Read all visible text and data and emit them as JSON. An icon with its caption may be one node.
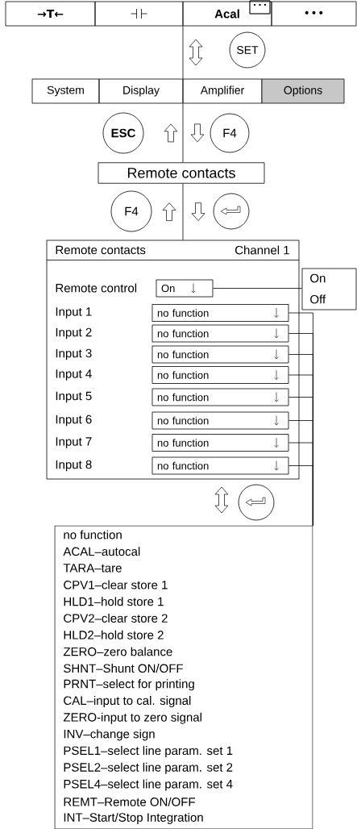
{
  "diagram": {
    "nodes": [
      {
        "text": [
          "→T←"
        ]
      },
      {
        "text": [],
        "shape": "box"
      },
      {
        "text": [
          "Acal"
        ]
      },
      {
        "text": [
          "• • •"
        ]
      },
      {
        "text": [
          "SET"
        ]
      },
      {
        "text": [
          "System"
        ]
      },
      {
        "text": [
          "Display"
        ]
      },
      {
        "text": [
          "Amplifier"
        ]
      },
      {
        "text": [
          "Options"
        ]
      },
      {
        "text": [
          "ESC"
        ]
      },
      {
        "text": [
          "F4"
        ]
      },
      {
        "text": [
          "Remote contacts"
        ]
      },
      {
        "text": [
          "F4"
        ]
      },
      {
        "text": [],
        "shape": "circle"
      },
      {
        "text": [
          "Remote contacts",
          "Channel 1",
          "Remote control",
          "Input 1",
          "Input 2",
          "Input 3",
          "Input 4",
          "Input 5",
          "Input 6",
          "Input 7",
          "Input 8"
        ]
      },
      {
        "text": [
          "On"
        ],
        "in": 14
      },
      {
        "text": [
          "On",
          "Off"
        ]
      },
      {
        "text": [
          "no function"
        ],
        "in": 14
      },
      {
        "text": [
          "no function"
        ],
        "in": 14
      },
      {
        "text": [
          "no function"
        ],
        "in": 14
      },
      {
        "text": [
          "no function"
        ],
        "in": 14
      },
      {
        "text": [
          "no function"
        ],
        "in": 14
      },
      {
        "text": [
          "no function"
        ],
        "in": 14
      },
      {
        "text": [
          "no function"
        ],
        "in": 14
      },
      {
        "text": [
          "no function"
        ],
        "in": 14
      },
      {
        "text": [],
        "shape": "circle"
      },
      {
        "text": [
          "no function",
          "ACAL–autocal",
          "TARA–tare",
          "CPV1–clear store 1",
          "HLD1–hold store 1",
          "CPV2–clear store 2",
          "HLD2–hold store 2",
          "ZERO–zero balance",
          "SHNT–Shunt ON/OFF",
          "PRNT–select for printing",
          "CAL–input to cal. signal",
          "ZERO-input to zero signal",
          "INV–change sign",
          "PSEL1–select line param. set 1",
          "PSEL2–select line param. set 2",
          "PSEL4–select line param. set 4",
          "REMT–Remote ON/OFF",
          "INT–Start/Stop Integration"
        ]
      }
    ],
    "edges": [
      {
        "from": 2,
        "to": 7,
        "arrow": "none"
      },
      {
        "from": 7,
        "to": 11,
        "arrow": "none"
      },
      {
        "from": 11,
        "to": 14,
        "arrow": "none"
      },
      {
        "from": 15,
        "to": 16,
        "arrow": "none"
      },
      {
        "from": 17,
        "to": 26,
        "arrow": "none"
      },
      {
        "from": 18,
        "to": 26,
        "arrow": "none"
      },
      {
        "from": 19,
        "to": 26,
        "arrow": "none"
      },
      {
        "from": 20,
        "to": 26,
        "arrow": "none"
      },
      {
        "from": 21,
        "to": 26,
        "arrow": "none"
      },
      {
        "from": 22,
        "to": 26,
        "arrow": "none"
      },
      {
        "from": 23,
        "to": 26,
        "arrow": "none"
      },
      {
        "from": 24,
        "to": 26,
        "arrow": "none"
      },
      {
        "from": 7,
        "to": 2,
        "arrow": "both"
      },
      {
        "from": 11,
        "to": 6,
        "arrow": "to"
      },
      {
        "from": 7,
        "to": 11,
        "arrow": "to"
      },
      {
        "from": 14,
        "to": 11,
        "arrow": "to"
      },
      {
        "from": 11,
        "to": 14,
        "arrow": "to"
      },
      {
        "from": 24,
        "to": 26,
        "arrow": "both"
      }
    ]
  }
}
